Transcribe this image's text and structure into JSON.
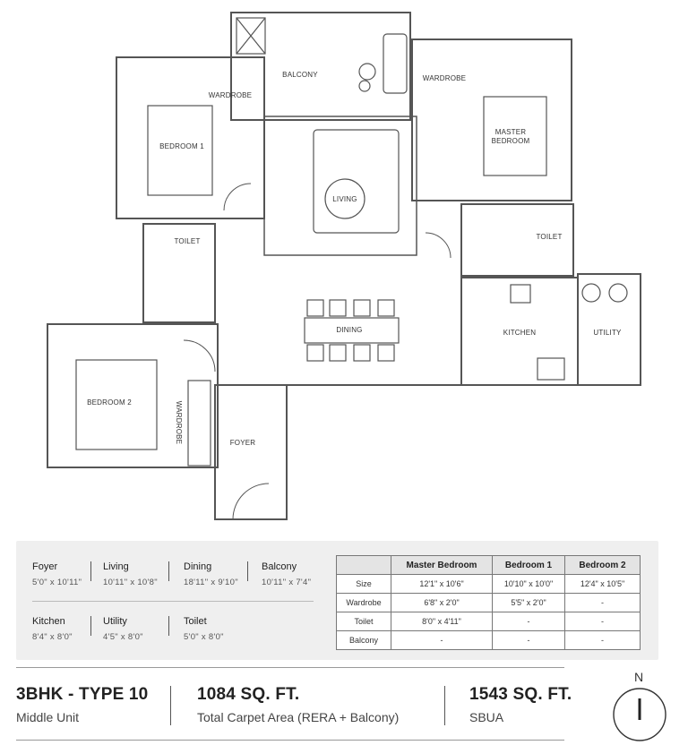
{
  "plan": {
    "rooms": {
      "balcony": "BALCONY",
      "wardrobe_top": "WARDROBE",
      "wardrobe_master": "WARDROBE",
      "bedroom1": "BEDROOM 1",
      "master_line1": "MASTER",
      "master_line2": "BEDROOM",
      "living": "LIVING",
      "toilet_left": "TOILET",
      "toilet_right": "TOILET",
      "dining": "DINING",
      "kitchen": "KITCHEN",
      "utility": "UTILITY",
      "bedroom2": "BEDROOM 2",
      "wardrobe_vertical": "WARDROBE",
      "foyer": "FOYER"
    }
  },
  "dimensions": [
    {
      "name": "Foyer",
      "value": "5'0\" x 10'11\""
    },
    {
      "name": "Living",
      "value": "10'11\" x 10'8\""
    },
    {
      "name": "Dining",
      "value": "18'11\" x 9'10\""
    },
    {
      "name": "Balcony",
      "value": "10'11\" x 7'4\""
    },
    {
      "name": "Kitchen",
      "value": "8'4\" x 8'0\""
    },
    {
      "name": "Utility",
      "value": "4'5\" x 8'0\""
    },
    {
      "name": "Toilet",
      "value": "5'0\" x 8'0\""
    }
  ],
  "table": {
    "headers": [
      "",
      "Master Bedroom",
      "Bedroom 1",
      "Bedroom 2"
    ],
    "rows": [
      [
        "Size",
        "12'1\" x 10'6\"",
        "10'10\" x 10'0\"",
        "12'4\" x 10'5\""
      ],
      [
        "Wardrobe",
        "6'8\" x 2'0\"",
        "5'5\" x 2'0\"",
        "-"
      ],
      [
        "Toilet",
        "8'0\" x 4'11\"",
        "-",
        "-"
      ],
      [
        "Balcony",
        "-",
        "-",
        "-"
      ]
    ]
  },
  "footer": {
    "type_title": "3BHK - TYPE 10",
    "type_sub": "Middle Unit",
    "carpet_title": "1084 SQ. FT.",
    "carpet_sub": "Total Carpet Area (RERA + Balcony)",
    "sbua_title": "1543 SQ. FT.",
    "sbua_sub": "SBUA",
    "north_label": "N"
  }
}
